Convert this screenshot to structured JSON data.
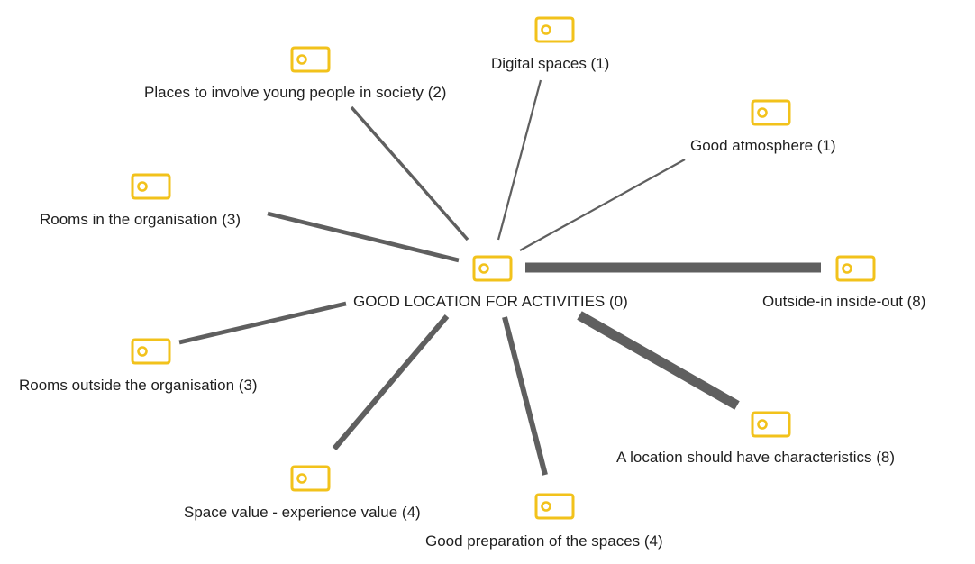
{
  "theme": {
    "icon_color": "#F2C21B",
    "edge_color": "#5f5f5f",
    "text_color": "#1f1f1f",
    "background": "#ffffff"
  },
  "center": {
    "label": "GOOD LOCATION FOR ACTIVITIES (0)",
    "icon": "code-tag-icon"
  },
  "nodes": [
    {
      "id": "digital-spaces",
      "label": "Digital spaces (1)",
      "count": 1,
      "icon": "code-tag-icon"
    },
    {
      "id": "places-involve-young-people",
      "label": "Places to involve young people in society (2)",
      "count": 2,
      "icon": "code-tag-icon"
    },
    {
      "id": "good-atmosphere",
      "label": "Good atmosphere (1)",
      "count": 1,
      "icon": "code-tag-icon"
    },
    {
      "id": "rooms-in-organisation",
      "label": "Rooms in the organisation (3)",
      "count": 3,
      "icon": "code-tag-icon"
    },
    {
      "id": "outside-in-inside-out",
      "label": "Outside-in inside-out (8)",
      "count": 8,
      "icon": "code-tag-icon"
    },
    {
      "id": "rooms-outside-organisation",
      "label": "Rooms outside the organisation (3)",
      "count": 3,
      "icon": "code-tag-icon"
    },
    {
      "id": "location-characteristics",
      "label": "A location should have characteristics (8)",
      "count": 8,
      "icon": "code-tag-icon"
    },
    {
      "id": "space-value-experience-value",
      "label": "Space value - experience value (4)",
      "count": 4,
      "icon": "code-tag-icon"
    },
    {
      "id": "good-preparation-spaces",
      "label": "Good preparation of the spaces (4)",
      "count": 4,
      "icon": "code-tag-icon"
    }
  ]
}
